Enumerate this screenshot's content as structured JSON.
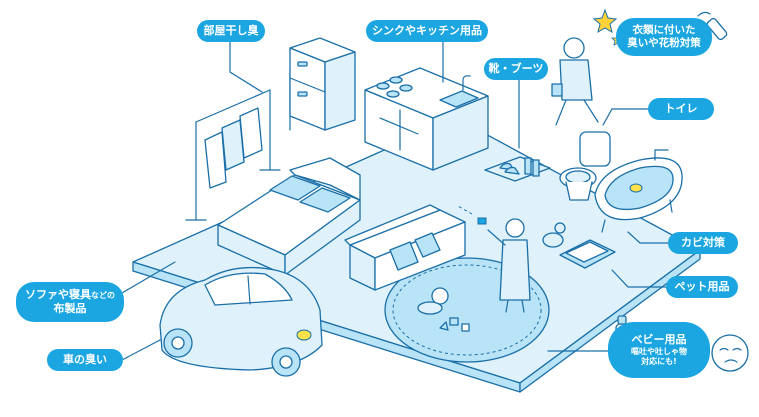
{
  "labels": {
    "room_drying": "部屋干し臭",
    "kitchen": "シンクやキッチン用品",
    "shoes": "靴・ブーツ",
    "clothes_line1": "衣類に付いた",
    "clothes_line2": "臭いや花粉対策",
    "toilet": "トイレ",
    "mold": "カビ対策",
    "pet": "ペット用品",
    "baby_title": "ベビー用品",
    "baby_sub1": "嘔吐や吐しゃ物",
    "baby_sub2": "対応にも!",
    "sofa_line1": "ソファや寝具",
    "sofa_small": "などの",
    "sofa_line2": "布製品",
    "car": "車の臭い"
  },
  "colors": {
    "accent": "#1ba6e2",
    "line": "#1a6fa8",
    "fill_light": "#dff2fb",
    "fill_mid": "#b9e3f7",
    "white": "#ffffff"
  },
  "icons": [
    "sparkle-star-icon",
    "spray-bottle-icon",
    "baby-bottle-icon",
    "crying-baby-icon"
  ]
}
